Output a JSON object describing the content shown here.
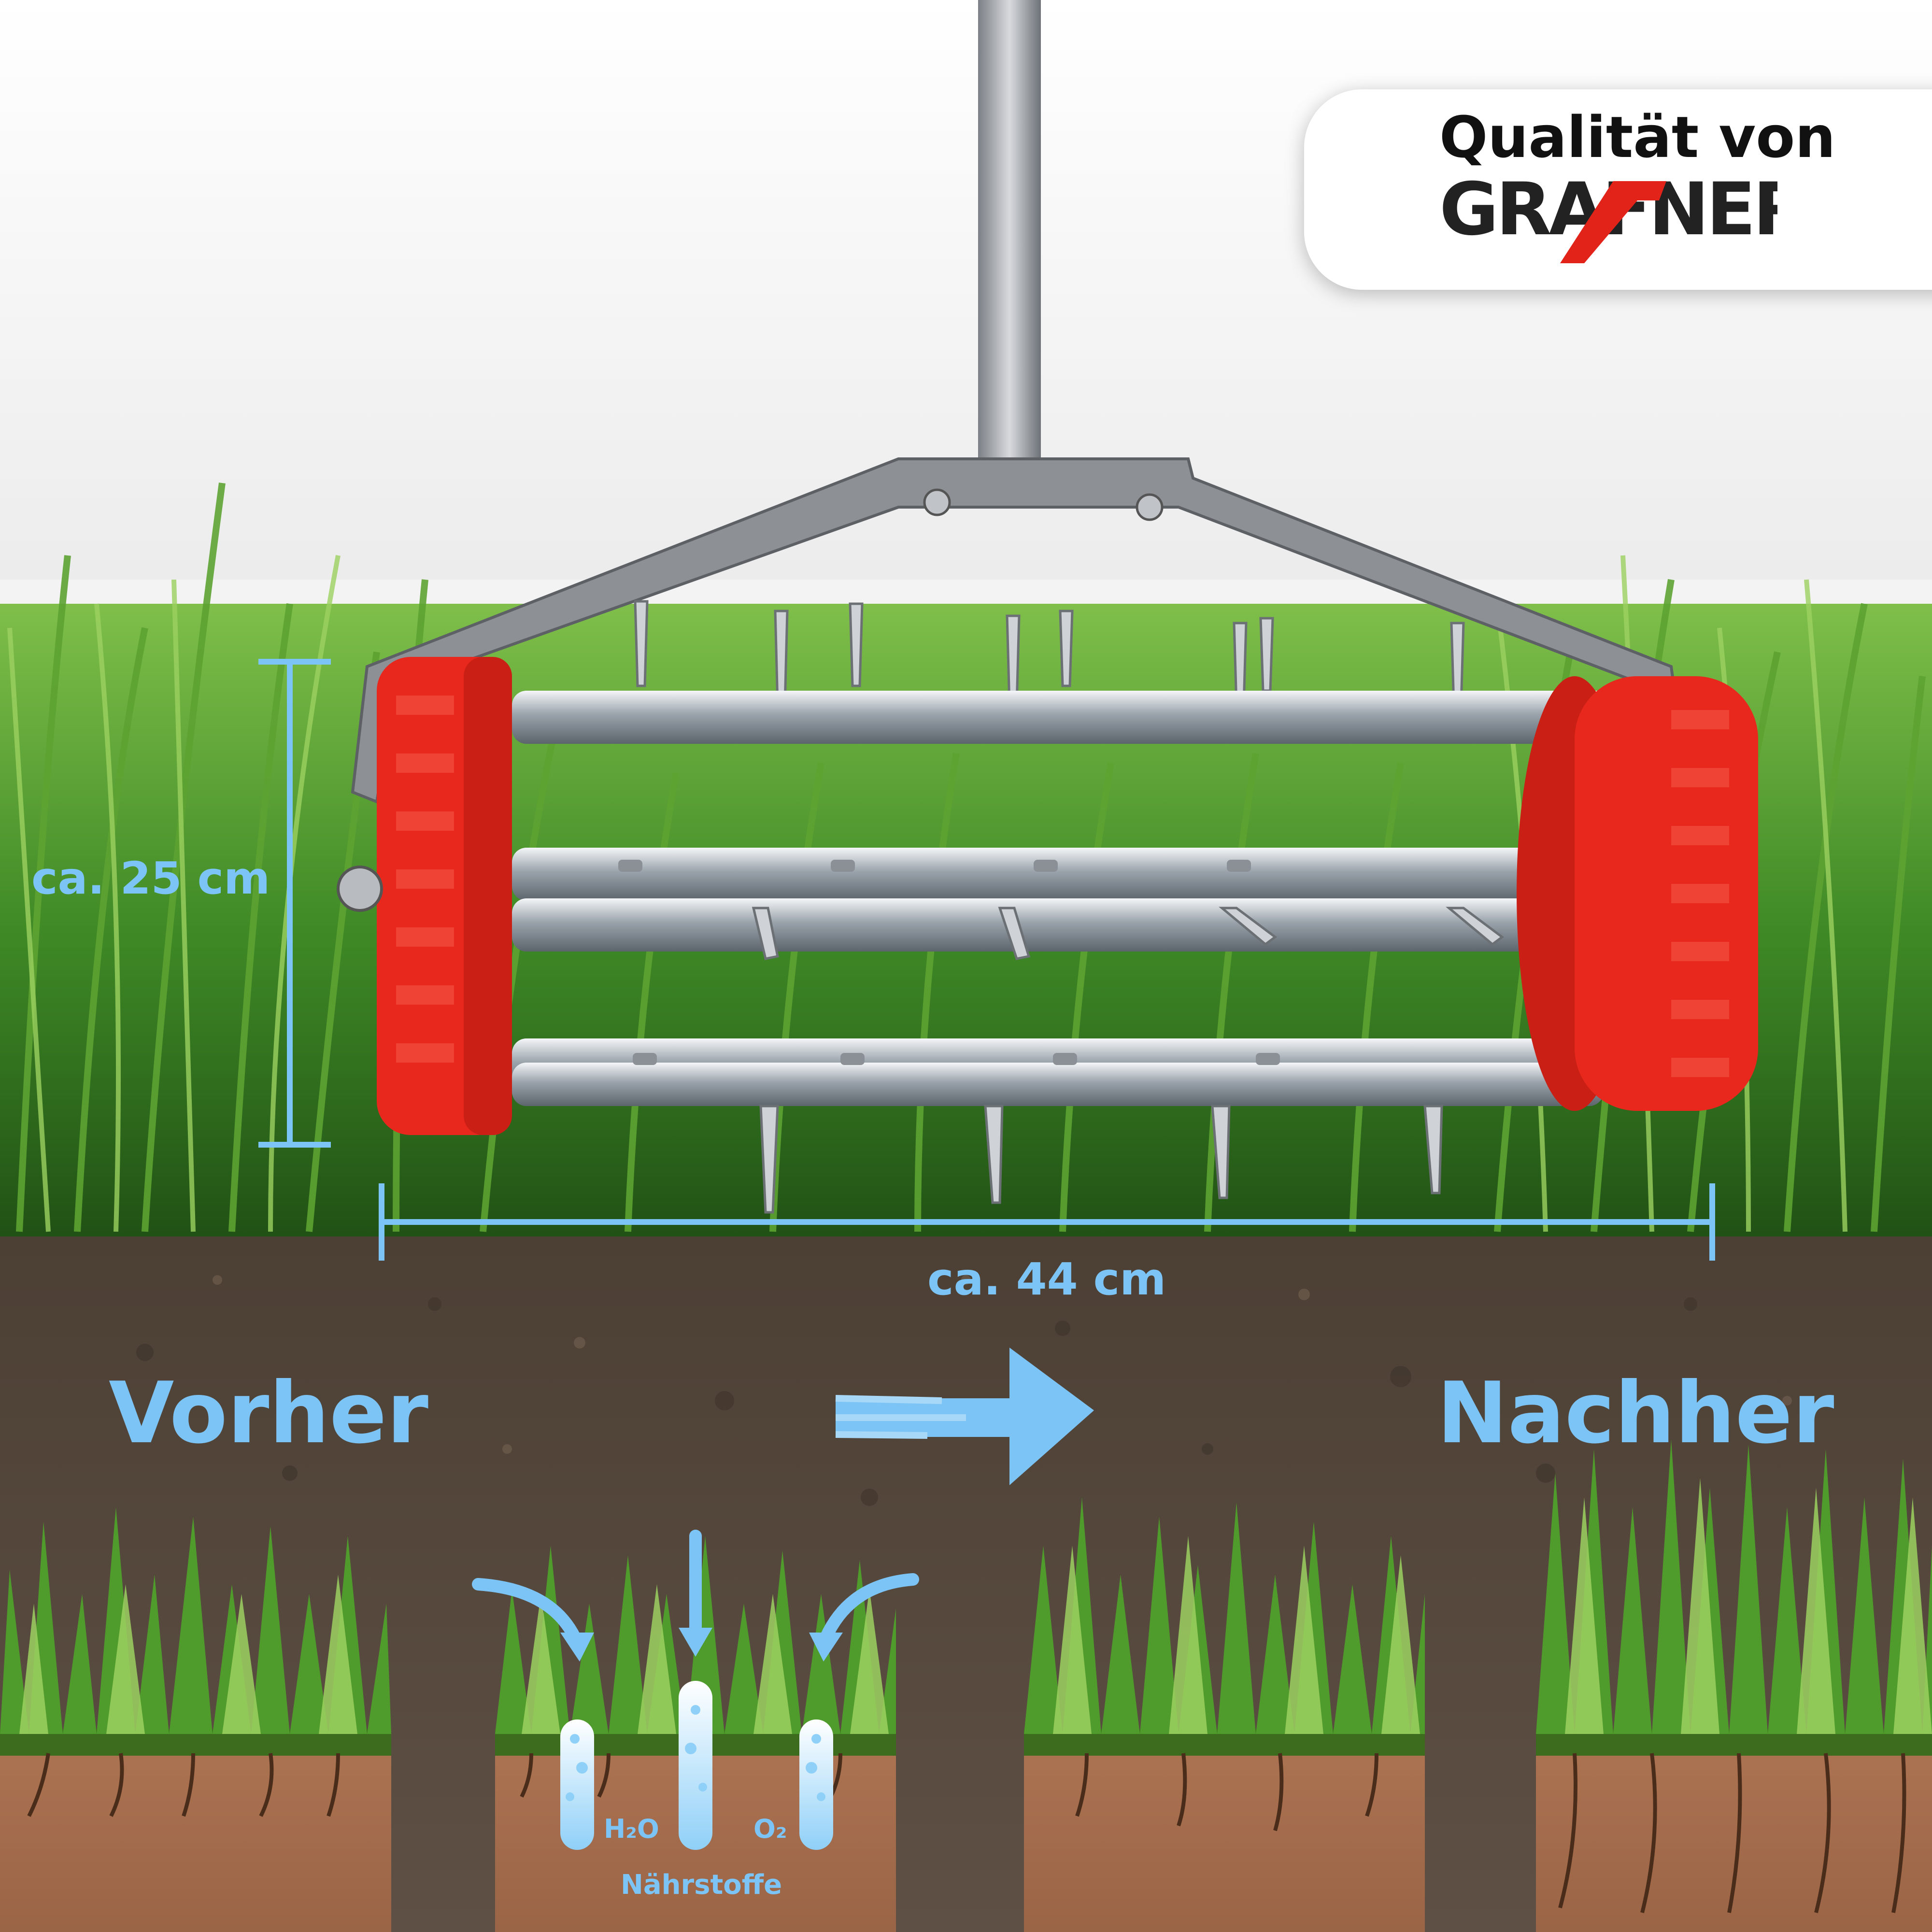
{
  "badge": {
    "title": "Qualität von",
    "brand_name": "GRAFNER"
  },
  "dimensions": {
    "height_label": "ca. 25 cm",
    "width_label": "ca. 44 cm"
  },
  "comparison": {
    "before_label": "Vorher",
    "after_label": "Nachher"
  },
  "diagram": {
    "water_label": "H₂O",
    "oxygen_label": "O₂",
    "nutrients_label": "Nährstoffe"
  },
  "icons": [
    "brand-logo-icon",
    "direction-arrow-icon",
    "water-flow-arrow-icon"
  ],
  "colors": {
    "accent": "#7cc4f5",
    "wheel_red": "#e8281c",
    "grass_green": "#4f9b2c",
    "soil_brown": "#5a4a3c",
    "soil_block": "#a0694a"
  }
}
